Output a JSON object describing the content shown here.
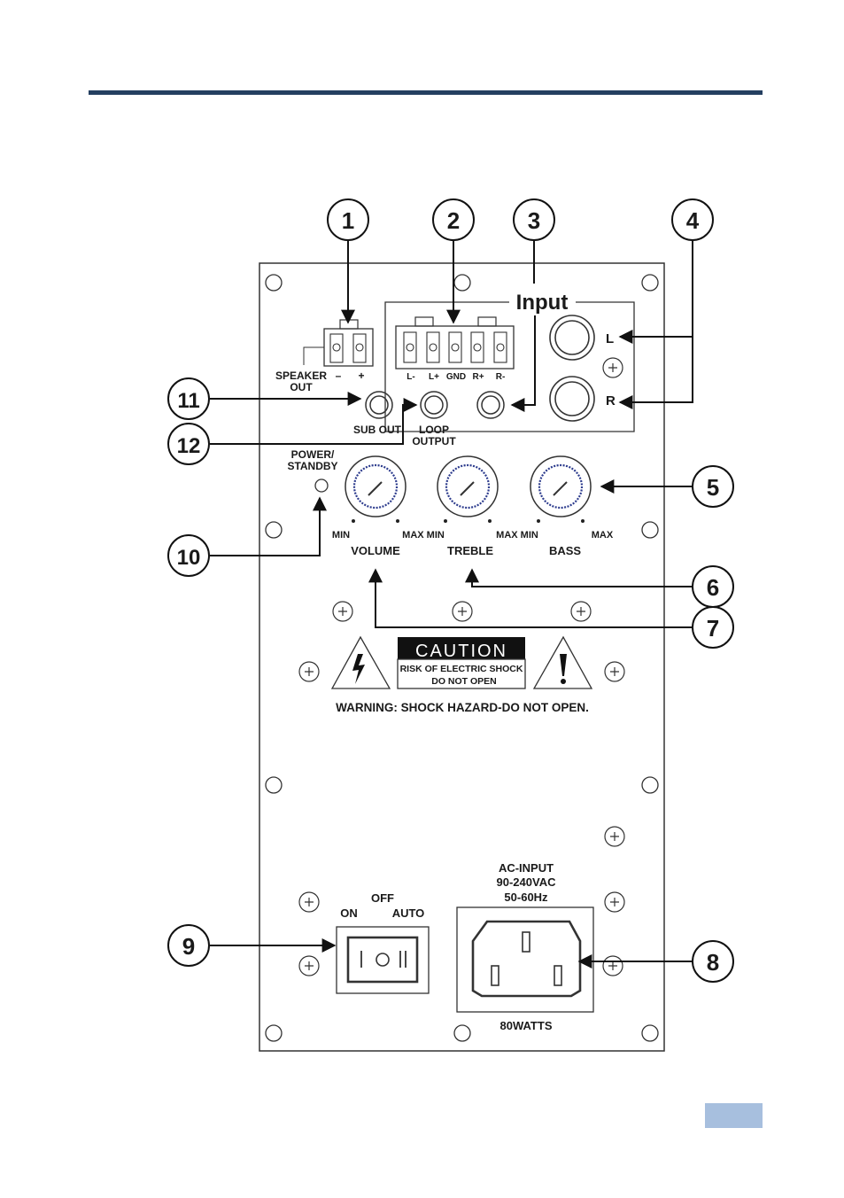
{
  "panel": {
    "input_label": "Input",
    "speaker_out_line1": "SPEAKER",
    "speaker_out_line2": "OUT",
    "speaker_minus": "–",
    "speaker_plus": "+",
    "terminal_pins": [
      "L-",
      "L+",
      "GND",
      "R+",
      "R-"
    ],
    "rca_left": "L",
    "rca_right": "R",
    "sub_out": "SUB OUT",
    "loop_output_line1": "LOOP",
    "loop_output_line2": "OUTPUT",
    "power_standby_line1": "POWER/",
    "power_standby_line2": "STANDBY",
    "knob_scale": {
      "min": "MIN",
      "max": "MAX",
      "max_min": "MAX MIN"
    },
    "knobs": [
      "VOLUME",
      "TREBLE",
      "BASS"
    ],
    "caution_title": "CAUTION",
    "caution_line1": "RISK OF ELECTRIC SHOCK",
    "caution_line2": "DO NOT OPEN",
    "warning": "WARNING: SHOCK HAZARD-DO NOT OPEN.",
    "switch_off": "OFF",
    "switch_on": "ON",
    "switch_auto": "AUTO",
    "ac_input_line1": "AC-INPUT",
    "ac_input_line2": "90-240VAC",
    "ac_input_line3": "50-60Hz",
    "watts": "80WATTS"
  },
  "callouts": [
    "1",
    "2",
    "3",
    "4",
    "5",
    "6",
    "7",
    "8",
    "9",
    "10",
    "11",
    "12"
  ],
  "colors": {
    "rule": "#243f60",
    "page_tab": "#a7bfde",
    "ink": "#1a1a1a"
  }
}
